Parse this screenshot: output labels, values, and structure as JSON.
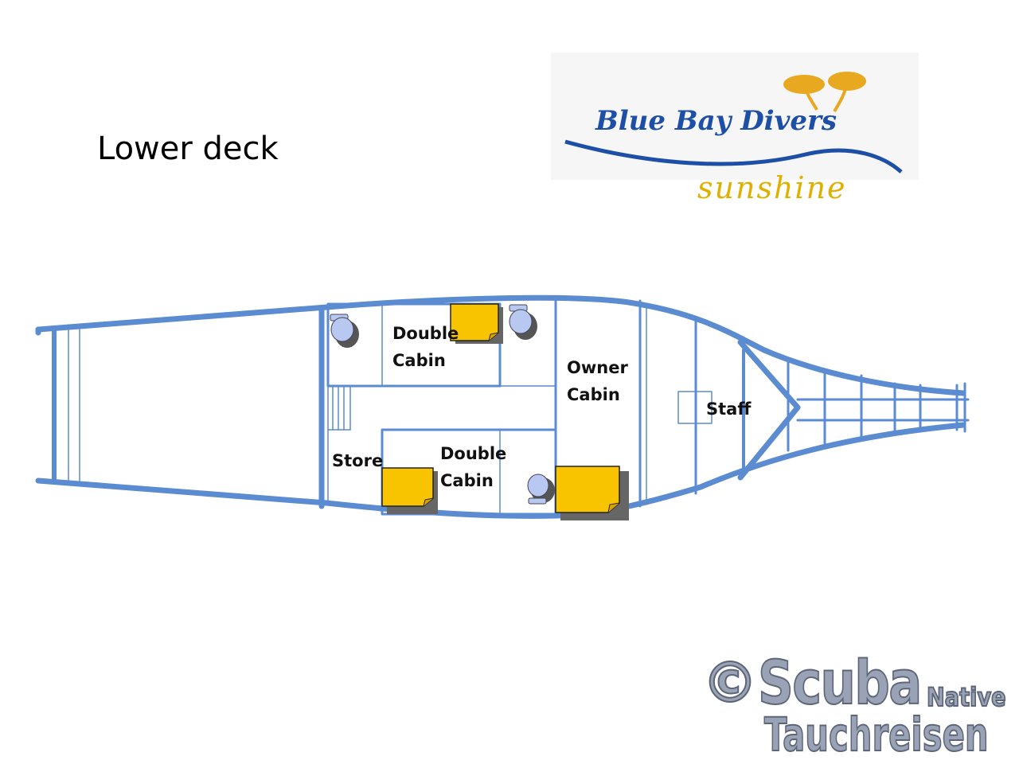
{
  "title": "Lower deck",
  "logo": {
    "name": "Blue Bay Divers",
    "sub": "sunshine"
  },
  "rooms": {
    "double_cabin_1": [
      "Double",
      "Cabin"
    ],
    "double_cabin_2": [
      "Double",
      "Cabin"
    ],
    "owner_cabin": [
      "Owner",
      "Cabin"
    ],
    "store": "Store",
    "staff": "Staff"
  },
  "watermark": {
    "copyright": "©",
    "brand": "Scuba",
    "native": "Native",
    "line2": "Tauchreisen"
  },
  "colors": {
    "hull": "#5b8bd0",
    "bed": "#f8c400",
    "toilet": "#b8c8f0",
    "logo_blue": "#1e4fa6",
    "logo_gold": "#e0b000"
  },
  "icons": [
    "bed-icon",
    "toilet-icon",
    "palm-tree-icon",
    "wave-icon"
  ]
}
